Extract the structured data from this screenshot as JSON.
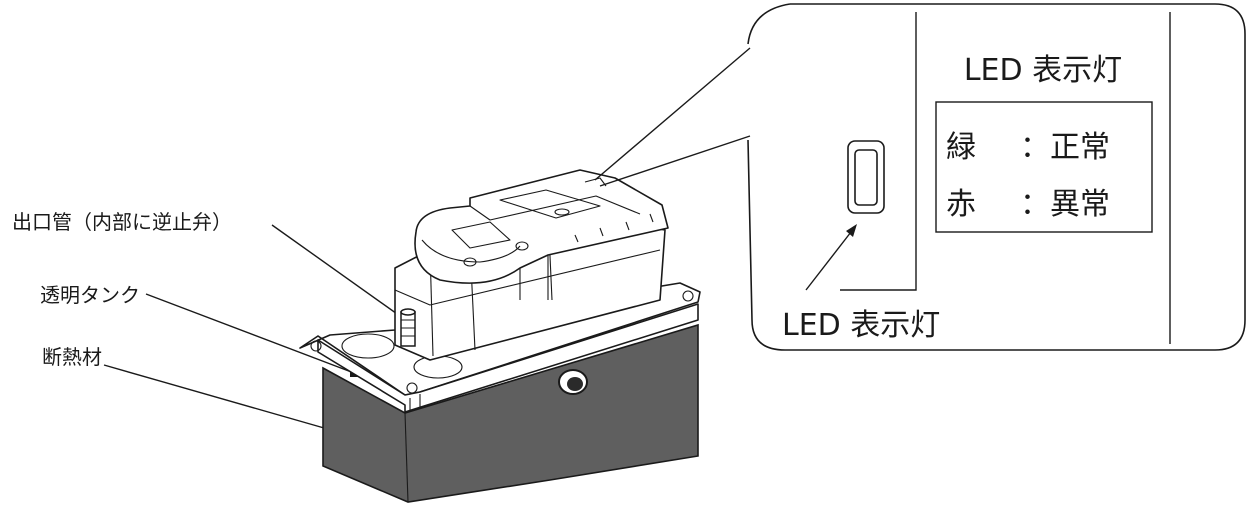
{
  "labels": {
    "outlet_pipe": "出口管（内部に逆止弁）",
    "clear_tank": "透明タンク",
    "insulation": "断熱材",
    "led_indicator_caption": "LED 表示灯"
  },
  "led_legend": {
    "title": "LED 表示灯",
    "rows": [
      {
        "color_name": "緑",
        "state": "：正常"
      },
      {
        "color_name": "赤",
        "state": "：異常"
      }
    ]
  },
  "colors": {
    "insulation_fill": "#5f5f5f",
    "line": "#1a1a1a"
  }
}
